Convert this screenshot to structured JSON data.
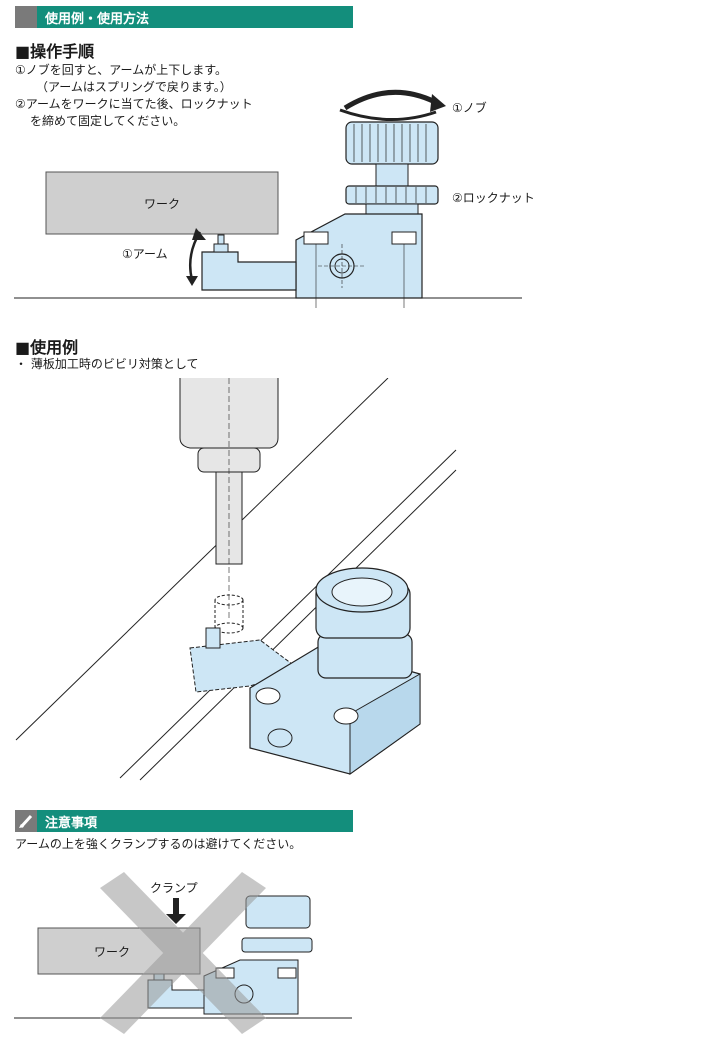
{
  "usage_banner": {
    "title": "使用例・使用方法"
  },
  "procedure": {
    "heading": "■操作手順",
    "step1": "①ノブを回すと、アームが上下します。",
    "step1_note": "（アームはスプリングで戻ります。）",
    "step2_line1": "②アームをワークに当てた後、ロックナット",
    "step2_line2": "を締めて固定してください。"
  },
  "diagram1": {
    "knob_label": "①ノブ",
    "locknut_label": "②ロックナット",
    "work_label": "ワーク",
    "arm_label": "①アーム"
  },
  "example": {
    "heading": "■使用例",
    "bullet": "・ 薄板加工時のビビリ対策として"
  },
  "caution_banner": {
    "title": "注意事項"
  },
  "caution": {
    "text": "アームの上を強くクランプするのは避けてください。",
    "clamp_label": "クランプ",
    "work_label": "ワーク"
  },
  "colors": {
    "accent": "#138e7c",
    "part_fill": "#cde6f5",
    "work_fill": "#cfcfcf"
  }
}
